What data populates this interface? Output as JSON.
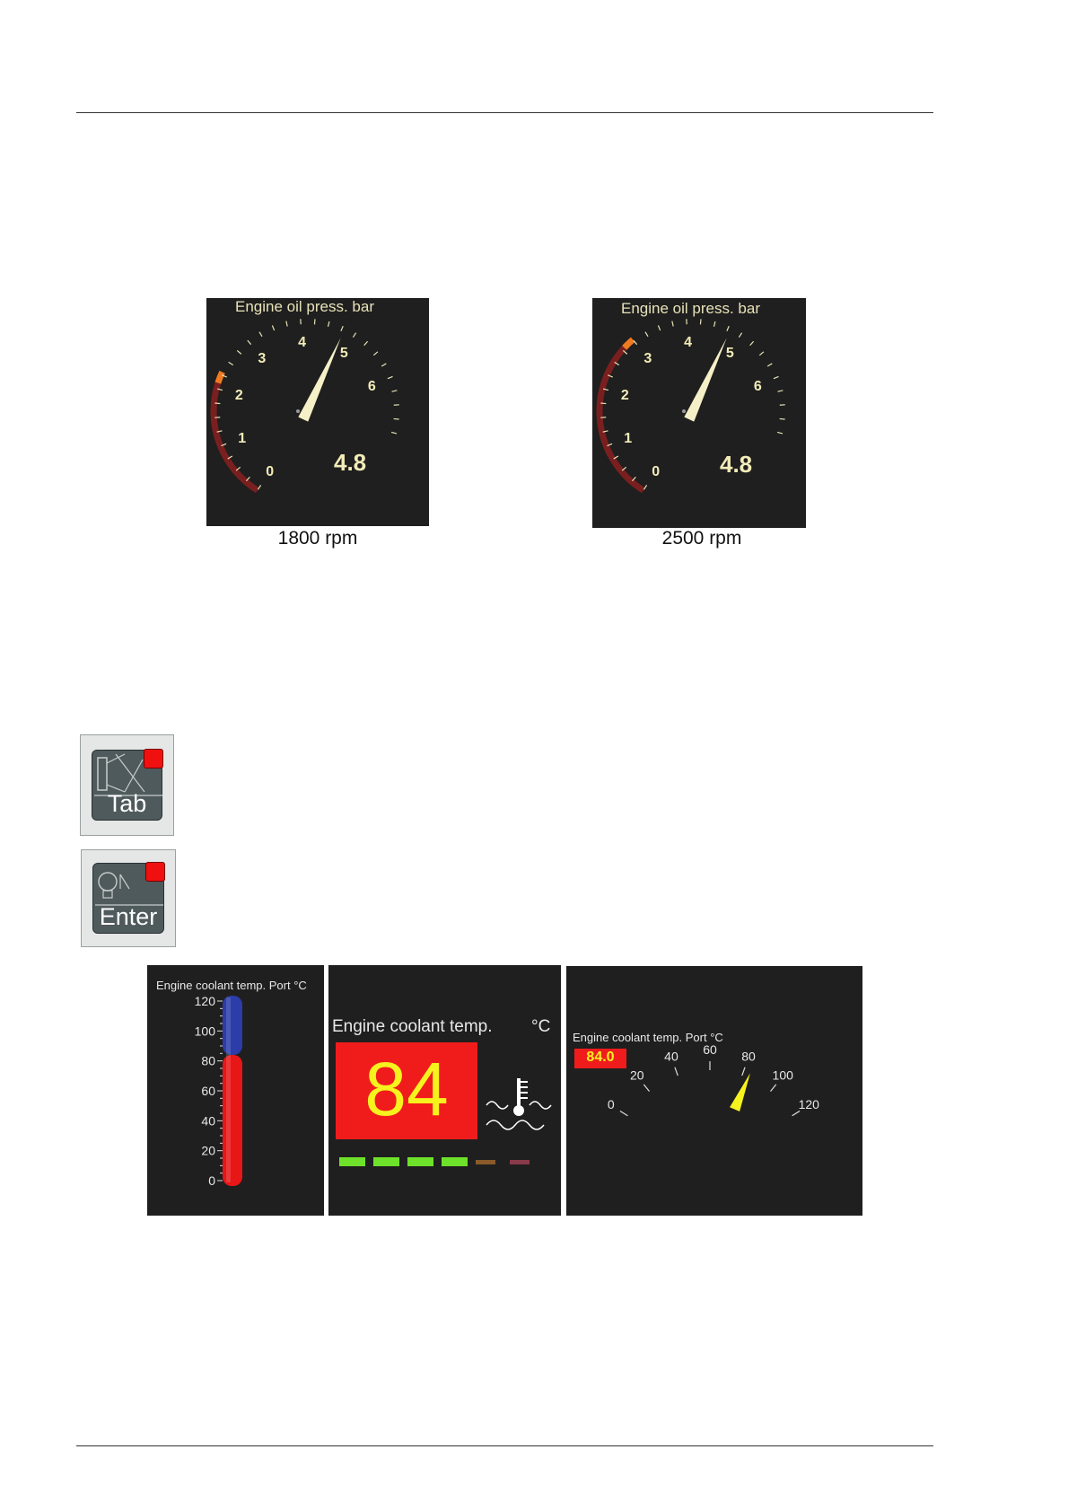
{
  "oil_gauges": [
    {
      "title": "Engine oil press.   bar",
      "value_text": "4.8",
      "value": 4.8,
      "caption": "1800 rpm",
      "scale": [
        "0",
        "1",
        "2",
        "3",
        "4",
        "5",
        "6"
      ],
      "warn_zone_max": 2.3
    },
    {
      "title": "Engine oil press.   bar",
      "value_text": "4.8",
      "value": 4.8,
      "caption": "2500 rpm",
      "scale": [
        "0",
        "1",
        "2",
        "3",
        "4",
        "5",
        "6"
      ],
      "warn_zone_max": 3.0
    }
  ],
  "keys": {
    "tab_label": "Tab",
    "enter_label": "Enter"
  },
  "coolant": {
    "bar": {
      "title": "Engine coolant temp. Port  °C",
      "scale": [
        "120",
        "100",
        "80",
        "60",
        "40",
        "20",
        "0"
      ],
      "value": 84
    },
    "digital": {
      "title": "Engine coolant temp.",
      "unit": "°C",
      "value_text": "84",
      "segments_lit": 4,
      "segments_total": 6
    },
    "dial": {
      "title": "Engine coolant temp. Port  °C",
      "value_text": "84.0",
      "value": 84,
      "scale": [
        "0",
        "20",
        "40",
        "60",
        "80",
        "100",
        "120"
      ]
    }
  },
  "colors": {
    "panel": "#1f1f1f",
    "gauge_text": "#e8e2b8",
    "warn_arc": "#7a1f1f",
    "warn_orange": "#f07a20",
    "digital_red": "#f01c1c",
    "digital_yellow": "#f6f21e",
    "segment_green": "#6ee22a",
    "bar_blue": "#2c3ca8",
    "bar_red": "#e81616"
  }
}
